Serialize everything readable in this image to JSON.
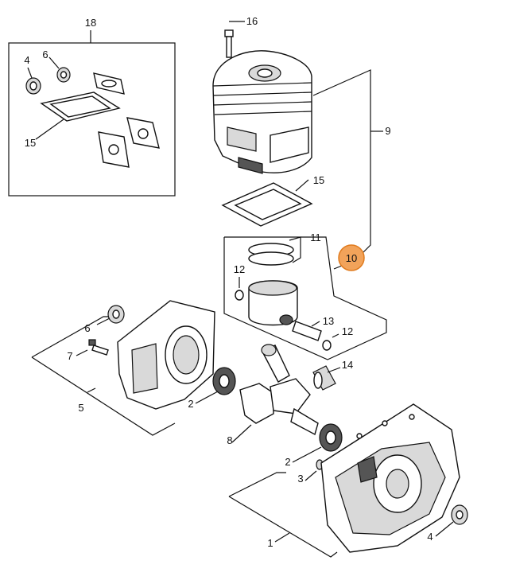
{
  "diagram": {
    "highlight_color": "#f2a35a",
    "highlight_stroke": "#e07b1e",
    "callouts": [
      {
        "id": "c18",
        "label": "18"
      },
      {
        "id": "c16",
        "label": "16"
      },
      {
        "id": "c4a",
        "label": "4"
      },
      {
        "id": "c6a",
        "label": "6"
      },
      {
        "id": "c15a",
        "label": "15"
      },
      {
        "id": "c9",
        "label": "9"
      },
      {
        "id": "c15b",
        "label": "15"
      },
      {
        "id": "c11",
        "label": "11"
      },
      {
        "id": "c10",
        "label": "10"
      },
      {
        "id": "c12a",
        "label": "12"
      },
      {
        "id": "c13",
        "label": "13"
      },
      {
        "id": "c12b",
        "label": "12"
      },
      {
        "id": "c6b",
        "label": "6"
      },
      {
        "id": "c7",
        "label": "7"
      },
      {
        "id": "c14",
        "label": "14"
      },
      {
        "id": "c5",
        "label": "5"
      },
      {
        "id": "c2a",
        "label": "2"
      },
      {
        "id": "c8",
        "label": "8"
      },
      {
        "id": "c2b",
        "label": "2"
      },
      {
        "id": "c3",
        "label": "3"
      },
      {
        "id": "c4b",
        "label": "4"
      },
      {
        "id": "c1",
        "label": "1"
      }
    ]
  }
}
